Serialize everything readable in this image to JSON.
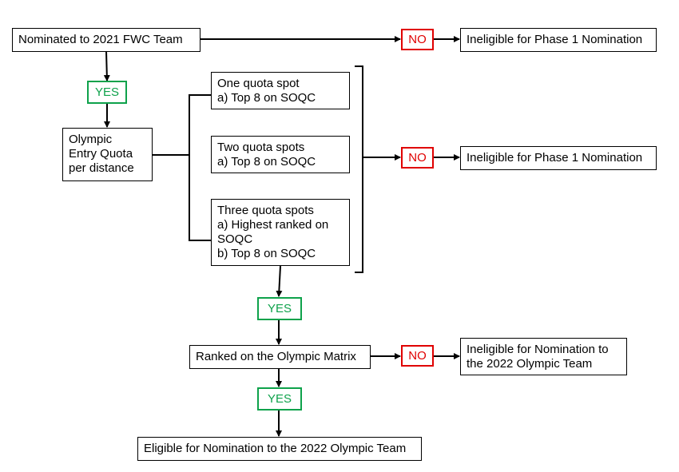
{
  "colors": {
    "yes": "#0ea24b",
    "no": "#e00000",
    "line": "#000000"
  },
  "nodes": {
    "nominated": "Nominated to 2021 FWC Team",
    "olympic_entry_quota": [
      "Olympic",
      "Entry Quota",
      "per distance"
    ],
    "one_quota": [
      "One quota spot",
      "a) Top 8 on SOQC"
    ],
    "two_quota": [
      "Two quota spots",
      "a) Top 8 on SOQC"
    ],
    "three_quota": [
      "Three quota spots",
      "a) Highest ranked on",
      "SOQC",
      "b) Top 8 on SOQC"
    ],
    "ranked_matrix": "Ranked on the Olympic Matrix",
    "eligible": "Eligible for Nomination to the 2022 Olympic Team",
    "ineligible_phase1_top": "Ineligible for Phase 1 Nomination",
    "ineligible_phase1_mid": "Ineligible for Phase 1 Nomination",
    "ineligible_2022": [
      "Ineligible for Nomination to",
      "the 2022 Olympic Team"
    ]
  },
  "decisions": {
    "yes_1": "YES",
    "yes_2": "YES",
    "yes_3": "YES",
    "no_1": "NO",
    "no_2": "NO",
    "no_3": "NO"
  }
}
